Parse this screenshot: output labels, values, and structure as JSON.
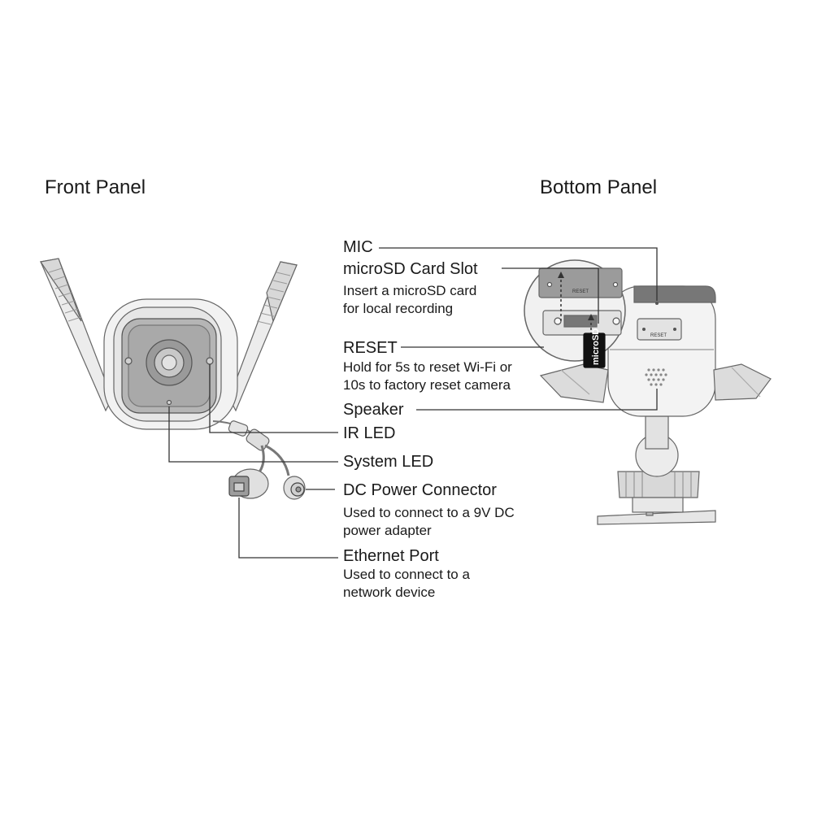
{
  "panels": {
    "front_title": "Front Panel",
    "bottom_title": "Bottom Panel"
  },
  "labels": {
    "mic": "MIC",
    "microsd": "microSD Card Slot",
    "microsd_desc": [
      "Insert a microSD card",
      "for local recording"
    ],
    "reset": "RESET",
    "reset_desc": [
      "Hold for 5s to reset Wi-Fi or",
      "10s to factory reset camera"
    ],
    "speaker": "Speaker",
    "ir_led": "IR LED",
    "system_led": "System LED",
    "dc_power": "DC Power Connector",
    "dc_power_desc": [
      "Used to connect to a 9V DC",
      "power adapter"
    ],
    "ethernet": "Ethernet Port",
    "ethernet_desc": [
      "Used to connect to a",
      "network device"
    ]
  },
  "device_text": {
    "card_label": "microSD",
    "reset_mark": "RESET"
  },
  "colors": {
    "line": "#333333",
    "body_light": "#eeeeee",
    "body_mid": "#cfcfcf",
    "body_dark": "#8a8a8a",
    "antenna": "#e8e8e8"
  }
}
